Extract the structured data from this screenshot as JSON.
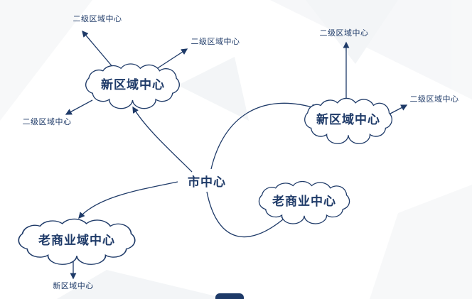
{
  "colors": {
    "ink": "#1e3a68",
    "background": "#ffffff",
    "watermark": "#f3f5f7"
  },
  "center_node": {
    "label": "市中心"
  },
  "cloud_nodes": [
    {
      "id": "new-regional-center-left",
      "label": "新区域中心"
    },
    {
      "id": "new-regional-center-right",
      "label": "新区域中心"
    },
    {
      "id": "old-commercial-district-center",
      "label": "老商业域中心"
    },
    {
      "id": "old-commercial-center",
      "label": "老商业中心"
    }
  ],
  "leaf_labels": [
    {
      "id": "secondary-regional-top-left",
      "label": "二级区域中心"
    },
    {
      "id": "secondary-regional-top-mid",
      "label": "二级区域中心"
    },
    {
      "id": "secondary-regional-top-right",
      "label": "二级区域中心"
    },
    {
      "id": "secondary-regional-right",
      "label": "二级区域中心"
    },
    {
      "id": "secondary-regional-left",
      "label": "二级区域中心"
    },
    {
      "id": "new-regional-center-bottom",
      "label": "新区域中心"
    }
  ],
  "edges": [
    {
      "from": "city-center",
      "to": "new-regional-center-left"
    },
    {
      "from": "city-center",
      "to": "new-regional-center-right"
    },
    {
      "from": "city-center",
      "to": "old-commercial-district-center"
    },
    {
      "from": "city-center",
      "to": "old-commercial-center"
    },
    {
      "from": "new-regional-center-left",
      "to": "secondary-regional-top-left"
    },
    {
      "from": "new-regional-center-left",
      "to": "secondary-regional-top-mid"
    },
    {
      "from": "new-regional-center-left",
      "to": "secondary-regional-left"
    },
    {
      "from": "new-regional-center-right",
      "to": "secondary-regional-top-right"
    },
    {
      "from": "new-regional-center-right",
      "to": "secondary-regional-right"
    },
    {
      "from": "old-commercial-district-center",
      "to": "new-regional-center-bottom"
    }
  ]
}
